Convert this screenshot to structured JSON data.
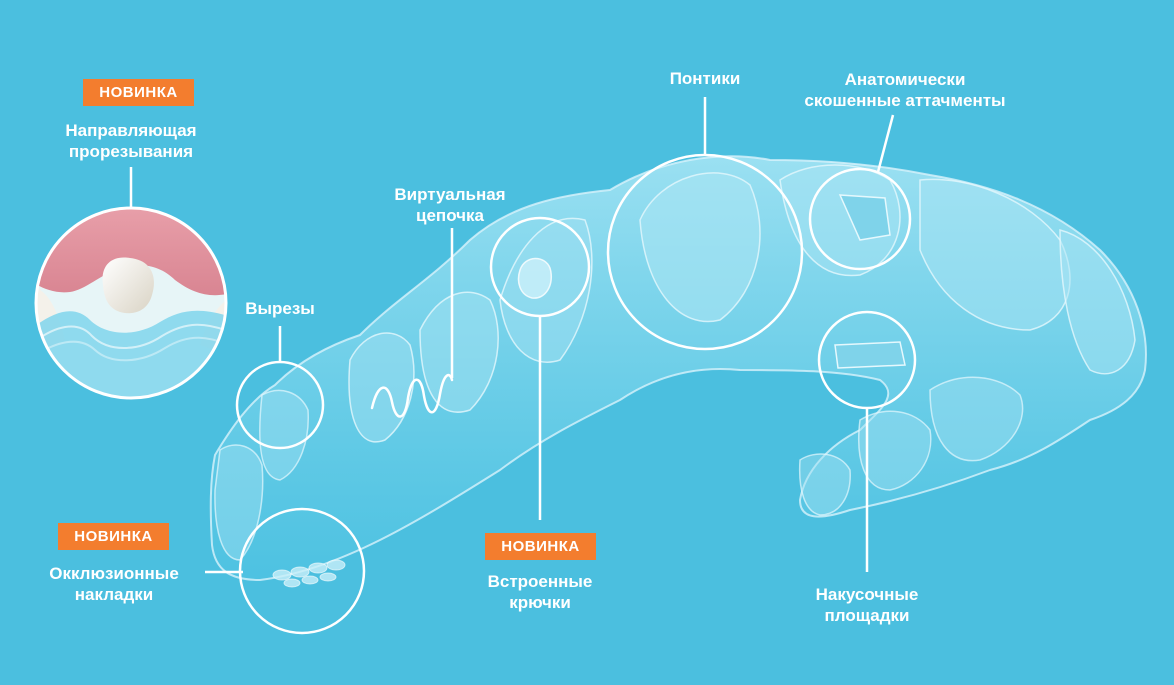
{
  "badges": {
    "eruption_guide": "НОВИНКА",
    "occlusal_pads": "НОВИНКА",
    "builtin_hooks": "НОВИНКА"
  },
  "labels": {
    "eruption_guide": "Направляющая\nпрорезывания",
    "cutouts": "Вырезы",
    "virtual_chain": "Виртуальная\nцепочка",
    "pontics": "Понтики",
    "attachments": "Анатомически\nскошенные аттачменты",
    "occlusal_pads": "Окклюзионные\nнакладки",
    "builtin_hooks": "Встроенные\nкрючки",
    "bite_ramps": "Накусочные\nплощадки"
  },
  "colors": {
    "background": "#4bbfdf",
    "badge": "#f37d2e",
    "text": "#ffffff",
    "gum": "#e79aa4",
    "tooth": "#f1ede4"
  }
}
